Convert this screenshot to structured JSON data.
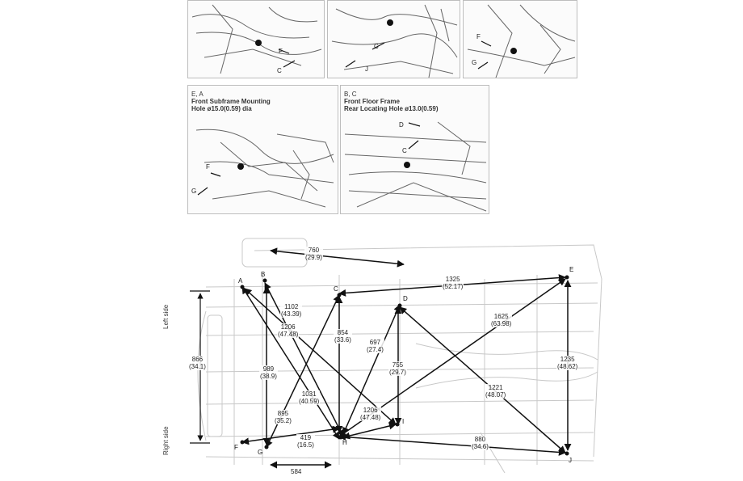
{
  "panels_top": [
    {
      "labels": [
        "F",
        "C"
      ]
    },
    {
      "labels": [
        "C",
        "J"
      ]
    },
    {
      "labels": [
        "F",
        "G"
      ]
    }
  ],
  "panels_mid": [
    {
      "id": "E, A",
      "title_1": "Front Subframe Mounting",
      "title_2": "Hole ø15.0(0.59) dia",
      "labels": [
        "F",
        "G"
      ]
    },
    {
      "id": "B, C",
      "title_1": "Front Floor Frame",
      "title_2": "Rear Locating Hole ø13.0(0.59)",
      "labels": [
        "D",
        "C"
      ]
    }
  ],
  "side_labels": {
    "left": "Left side",
    "right": "Right side"
  },
  "points": [
    "A",
    "B",
    "C",
    "D",
    "E",
    "F",
    "G",
    "H",
    "I",
    "J"
  ],
  "dims": [
    {
      "v": "760",
      "in": "(29.9)"
    },
    {
      "v": "1325",
      "in": "(52.17)"
    },
    {
      "v": "1102",
      "in": "(43.39)"
    },
    {
      "v": "1206",
      "in": "(47.48)"
    },
    {
      "v": "1625",
      "in": "(63.98)"
    },
    {
      "v": "854",
      "in": "(33.6)"
    },
    {
      "v": "697",
      "in": "(27.4)"
    },
    {
      "v": "866",
      "in": "(34.1)"
    },
    {
      "v": "989",
      "in": "(38.9)"
    },
    {
      "v": "755",
      "in": "(29.7)"
    },
    {
      "v": "1221",
      "in": "(48.07)"
    },
    {
      "v": "1031",
      "in": "(40.59)"
    },
    {
      "v": "1235",
      "in": "(48.62)"
    },
    {
      "v": "895",
      "in": "(35.2)"
    },
    {
      "v": "419",
      "in": "(16.5)"
    },
    {
      "v": "880",
      "in": "(34.6)"
    },
    {
      "v": "1206",
      "in": "(47.48)"
    },
    {
      "v": "584",
      "in": ""
    }
  ]
}
